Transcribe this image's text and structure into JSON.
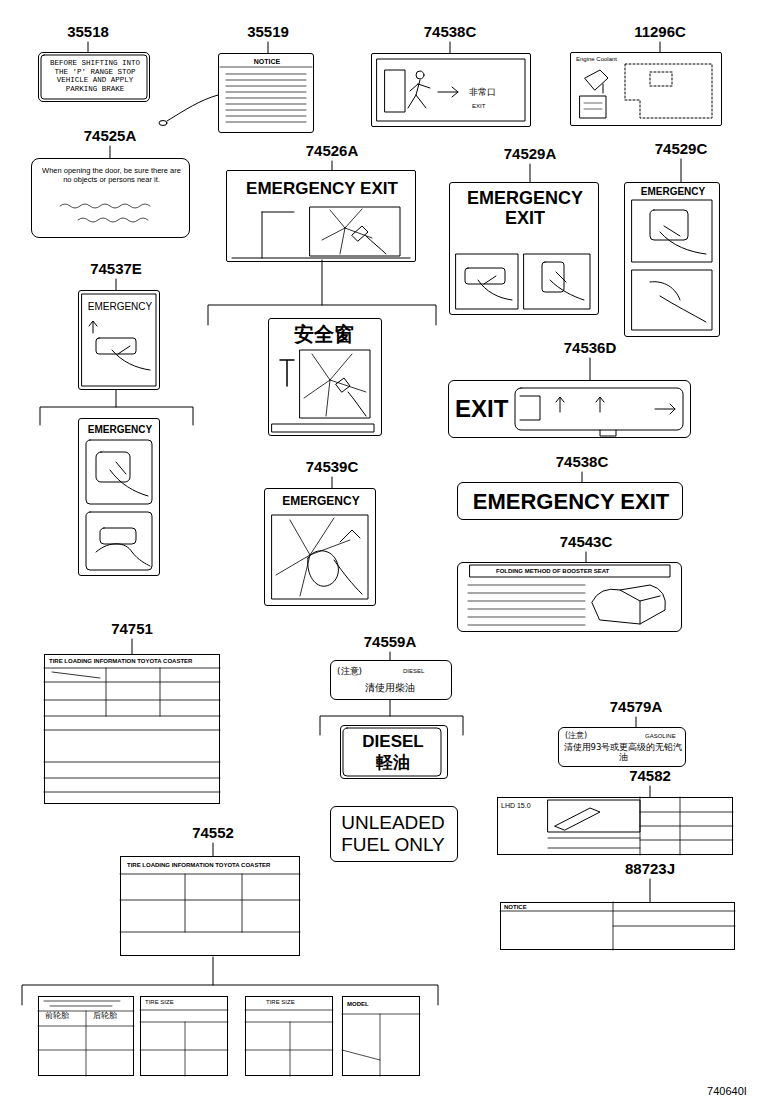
{
  "diagram": {
    "nodes": [
      {
        "text": [
          "BEFORE SHIFTING INTO THE 'P' RANGE STOP VEHICLE AND APPLY PARKING BRAKE"
        ]
      },
      {
        "text": [
          "NOTICE"
        ]
      },
      {
        "text": [
          "非常口",
          "EXIT"
        ]
      },
      {
        "text": [
          "Engine Coolant"
        ]
      },
      {
        "text": [
          "When opening the door, be sure there are no objects or persons near it."
        ]
      },
      {
        "text": [
          "EMERGENCY EXIT"
        ]
      },
      {
        "text": [
          "安全窗"
        ]
      },
      {
        "text": [
          "EMERGENCY EXIT"
        ]
      },
      {
        "text": [
          "EMERGENCY"
        ]
      },
      {
        "text": [
          "EMERGENCY"
        ]
      },
      {
        "text": [
          "EMERGENCY"
        ]
      },
      {
        "text": [
          "EXIT"
        ]
      },
      {
        "text": [
          "EMERGENCY"
        ]
      },
      {
        "text": [
          "EMERGENCY EXIT"
        ]
      },
      {
        "text": [
          "FOLDING METHOD OF BOOSTER SEAT"
        ]
      },
      {
        "text": [
          "TIRE LOADING INFORMATION TOYOTA COASTER"
        ]
      },
      {
        "text": [
          "(注意)",
          "DIESEL",
          "清使用柴油"
        ]
      },
      {
        "text": [
          "DIESEL",
          "軽油"
        ]
      },
      {
        "text": [
          "UNLEADED FUEL ONLY"
        ]
      },
      {
        "text": [
          "(注意)",
          "GASOLINE",
          "清使用93号或更高级的无铅汽油"
        ]
      },
      {
        "text": [
          "LHD 15.0"
        ]
      },
      {
        "text": [
          "NOTICE"
        ]
      },
      {
        "text": [
          "TIRE LOADING INFORMATION TOYOTA COASTER"
        ]
      },
      {
        "text": [
          "前轮胎",
          "后轮胎"
        ]
      },
      {
        "text": [
          "TIRE SIZE"
        ]
      },
      {
        "text": [
          "TIRE SIZE"
        ]
      },
      {
        "text": [
          "MODEL"
        ]
      }
    ],
    "labels": [
      "35518",
      "35519",
      "74538C",
      "11296C",
      "74525A",
      "74526A",
      "74529A",
      "74529C",
      "74537E",
      "74536D",
      "74539C",
      "74538C",
      "74543C",
      "74751",
      "74559A",
      "74579A",
      "74582",
      "88723J",
      "74552",
      "740640I"
    ]
  }
}
